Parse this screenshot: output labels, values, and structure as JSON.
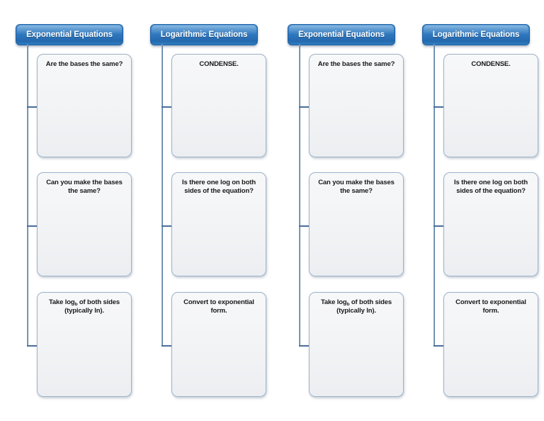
{
  "document": {
    "title": "Exponential and Logarithmic Equations Flowchart",
    "background_color": "#ffffff",
    "accent_color": "#2f77bd",
    "connector_color": "#4a6f9b",
    "box_fill_color": "#f2f3f5",
    "box_border_color": "#9db3ca"
  },
  "columns": [
    {
      "id": "exponential-left",
      "header": "Exponential Equations",
      "steps": [
        {
          "text": "Are the bases the same?",
          "subscript": null
        },
        {
          "text": "Can you make the bases the same?",
          "subscript": null
        },
        {
          "text_before": "Take log",
          "subscript": "b",
          "text_after": " of both sides (typically ln)."
        }
      ]
    },
    {
      "id": "logarithmic-left",
      "header": "Logarithmic Equations",
      "steps": [
        {
          "text": "CONDENSE.",
          "subscript": null
        },
        {
          "text": "Is there one log on both sides of the equation?",
          "subscript": null
        },
        {
          "text": "Convert to exponential form.",
          "subscript": null
        }
      ]
    },
    {
      "id": "exponential-right",
      "header": "Exponential Equations",
      "steps": [
        {
          "text": "Are the bases the same?",
          "subscript": null
        },
        {
          "text": "Can you make the bases the same?",
          "subscript": null
        },
        {
          "text_before": "Take log",
          "subscript": "b",
          "text_after": " of both sides (typically ln)."
        }
      ]
    },
    {
      "id": "logarithmic-right",
      "header": "Logarithmic Equations",
      "steps": [
        {
          "text": "CONDENSE.",
          "subscript": null
        },
        {
          "text": "Is there one log on both sides of the equation?",
          "subscript": null
        },
        {
          "text": "Convert to exponential form.",
          "subscript": null
        }
      ]
    }
  ]
}
